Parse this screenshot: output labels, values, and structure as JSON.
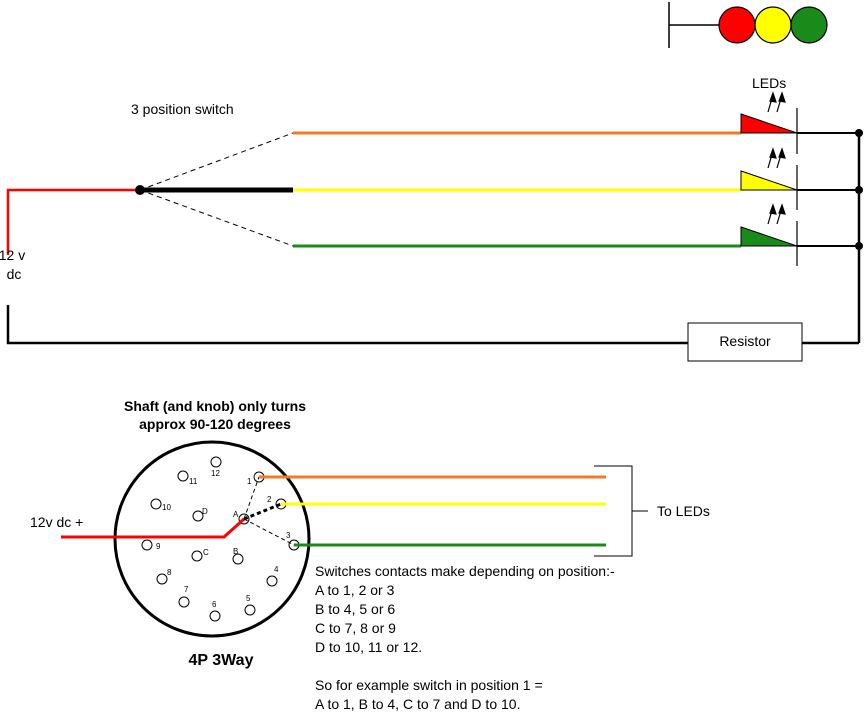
{
  "colors": {
    "red": "#ff0000",
    "orange": "#f47920",
    "yellow": "#ffff00",
    "green": "#1a8a1a",
    "black": "#000000"
  },
  "top_diagram": {
    "supply_label_line1": "12 v",
    "supply_label_line2": "dc",
    "switch_label": "3 position switch",
    "leds_label": "LEDs",
    "resistor_label": "Resistor"
  },
  "rotary_switch": {
    "title_line1": "Shaft (and knob) only turns",
    "title_line2": "approx 90-120 degrees",
    "model_label": "4P 3Way",
    "input_label": "12v dc +",
    "output_label": "To LEDs",
    "contacts": {
      "c1": "1",
      "c2": "2",
      "c3": "3",
      "c4": "4",
      "c5": "5",
      "c6": "6",
      "c7": "7",
      "c8": "8",
      "c9": "9",
      "c10": "10",
      "c11": "11",
      "c12": "12",
      "cA": "A",
      "cB": "B",
      "cC": "C",
      "cD": "D"
    }
  },
  "notes": {
    "line1": "Switches contacts make depending on position:-",
    "line2": "A to 1, 2 or 3",
    "line3": "B to 4, 5 or 6",
    "line4": "C to 7, 8 or 9",
    "line5": "D to 10, 11 or 12.",
    "line6": "So for example switch in position 1 =",
    "line7": "A to 1, B to 4, C to 7 and D to 10."
  }
}
